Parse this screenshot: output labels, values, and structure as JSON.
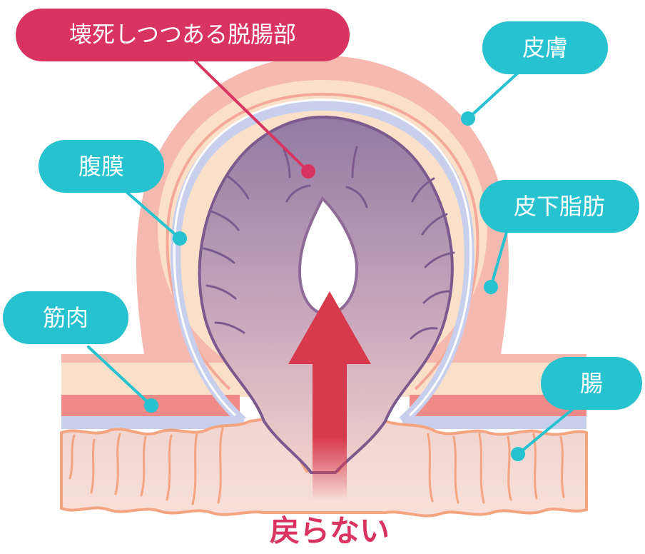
{
  "colors": {
    "teal_label": "#26C2CF",
    "crimson_label": "#D8345F",
    "skin": "#F6B9B0",
    "subcutaneous_fat": "#FBE0C9",
    "muscle": "#F08A89",
    "peritoneum": "#C7CFEC",
    "necrotic_bowel": "#9E7FA8",
    "intestine": "#F6D3CC",
    "arrow": "#D83A4D"
  },
  "labels": {
    "necrotic": "壊死しつつある脱腸部",
    "skin": "皮膚",
    "peritoneum": "腹膜",
    "subcutaneous_fat": "皮下脂肪",
    "muscle": "筋肉",
    "intestine": "腸"
  },
  "caption": "戻らない"
}
